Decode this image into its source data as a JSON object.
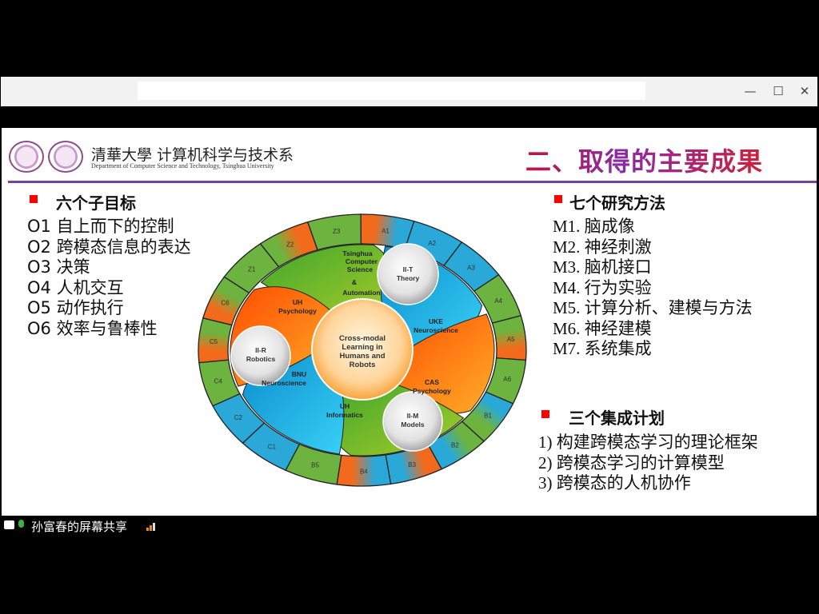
{
  "window": {
    "minimize": "—",
    "maximize": "☐",
    "close": "✕"
  },
  "header": {
    "dept_name": "清華大學 计算机科学与技术系",
    "dept_subtitle": "Department of Computer Science and Technology, Tsinghua University",
    "title": "二、取得的主要成果"
  },
  "left": {
    "heading": "六个子目标",
    "items": [
      "O1 自上而下的控制",
      "O2 跨模态信息的表达",
      "O3 决策",
      "O4 人机交互",
      "O5 动作执行",
      "O6 效率与鲁棒性"
    ]
  },
  "methods": {
    "heading": "七个研究方法",
    "items": [
      "M1. 脑成像",
      "M2. 神经刺激",
      "M3. 脑机接口",
      "M4. 行为实验",
      "M5. 计算分析、建模与方法",
      "M6. 神经建模",
      "M7. 系统集成"
    ]
  },
  "plans": {
    "heading": "三个集成计划",
    "items": [
      "1) 构建跨模态学习的理论框架",
      "2) 跨模态学习的计算模型",
      "3) 跨模态的人机协作"
    ]
  },
  "diagram": {
    "center": "Cross-modal Learning in Humans and Robots",
    "center_lines": [
      "Cross-modal",
      "Learning in",
      "Humans and",
      "Robots"
    ],
    "blades": [
      {
        "lines": [
          "Tsinghua",
          "Computer",
          "Science",
          "&",
          "Automation"
        ]
      },
      {
        "lines": [
          "UKE",
          "Neuroscience"
        ]
      },
      {
        "lines": [
          "CAS",
          "Psychology"
        ]
      },
      {
        "lines": [
          "UH",
          "Informatics"
        ]
      },
      {
        "lines": [
          "BNU",
          "Neuroscience"
        ]
      },
      {
        "lines": [
          "UH",
          "Psychology"
        ]
      }
    ],
    "nodes": [
      {
        "lines": [
          "II-T",
          "Theory"
        ]
      },
      {
        "lines": [
          "II-R",
          "Robotics"
        ]
      },
      {
        "lines": [
          "II-M",
          "Models"
        ]
      }
    ],
    "segments": [
      {
        "label": "Z3",
        "colors": [
          "#6db33f",
          "#6db33f"
        ]
      },
      {
        "label": "A1",
        "colors": [
          "#f26b1d",
          "#2aa8d8"
        ]
      },
      {
        "label": "A2",
        "colors": [
          "#2aa8d8",
          "#2aa8d8"
        ]
      },
      {
        "label": "A3",
        "colors": [
          "#2aa8d8",
          "#2aa8d8"
        ]
      },
      {
        "label": "A4",
        "colors": [
          "#6db33f",
          "#6db33f"
        ]
      },
      {
        "label": "A5",
        "colors": [
          "#6db33f",
          "#f26b1d"
        ]
      },
      {
        "label": "A6",
        "colors": [
          "#6db33f",
          "#6db33f"
        ]
      },
      {
        "label": "B1",
        "colors": [
          "#2aa8d8",
          "#6db33f"
        ]
      },
      {
        "label": "B2",
        "colors": [
          "#6db33f",
          "#2aa8d8"
        ]
      },
      {
        "label": "B3",
        "colors": [
          "#f26b1d",
          "#2aa8d8"
        ]
      },
      {
        "label": "B4",
        "colors": [
          "#2aa8d8",
          "#f26b1d"
        ]
      },
      {
        "label": "B5",
        "colors": [
          "#6db33f",
          "#6db33f"
        ]
      },
      {
        "label": "C1",
        "colors": [
          "#2aa8d8",
          "#2aa8d8"
        ]
      },
      {
        "label": "C2",
        "colors": [
          "#2aa8d8",
          "#2aa8d8"
        ]
      },
      {
        "label": "C4",
        "colors": [
          "#6db33f",
          "#6db33f"
        ]
      },
      {
        "label": "C5",
        "colors": [
          "#f26b1d",
          "#6db33f"
        ]
      },
      {
        "label": "C6",
        "colors": [
          "#f26b1d",
          "#6db33f"
        ]
      },
      {
        "label": "Z1",
        "colors": [
          "#6db33f",
          "#6db33f"
        ]
      },
      {
        "label": "Z2",
        "colors": [
          "#6db33f",
          "#f26b1d"
        ]
      }
    ]
  },
  "statusbar": {
    "share_label": "孙富春的屏幕共享"
  }
}
